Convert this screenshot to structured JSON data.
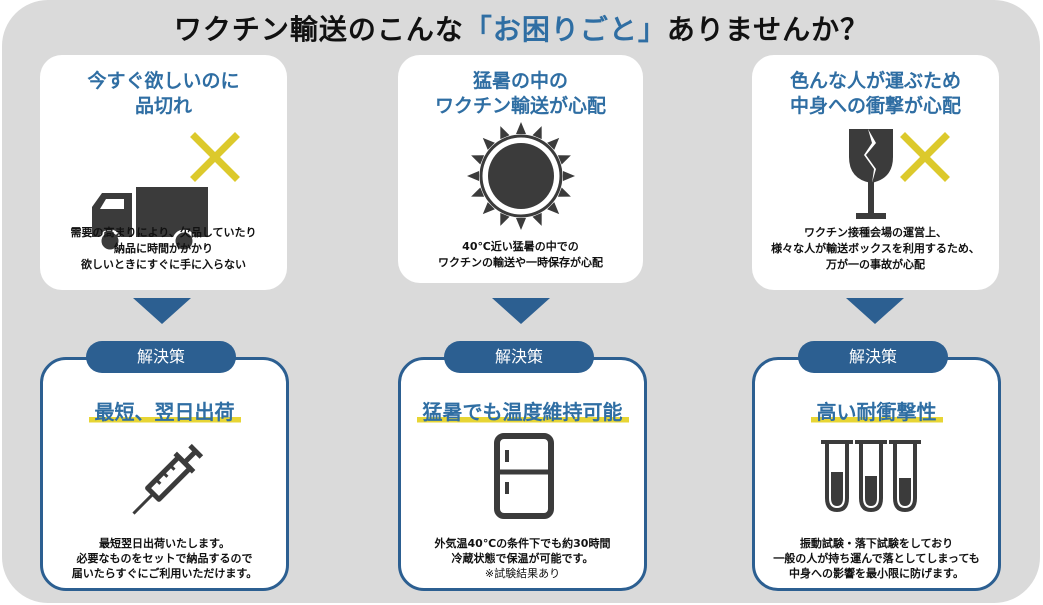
{
  "headline": {
    "prefix": "ワクチン輸送のこんな",
    "highlight": "「お困りごと」",
    "suffix": "ありませんか？"
  },
  "solution_tab_label": "解決策",
  "problems": [
    {
      "title_lines": [
        "今すぐ欲しいのに",
        "品切れ"
      ],
      "icon": "truck-icon",
      "desc_lines": [
        "需要の高まりにより、欠品していたり",
        "納品に時間がかかり",
        "欲しいときにすぐに手に入らない"
      ]
    },
    {
      "title_lines": [
        "猛暑の中の",
        "ワクチン輸送が心配"
      ],
      "icon": "sun-icon",
      "desc_lines": [
        "40℃近い猛暑の中での",
        "ワクチンの輸送や一時保存が心配"
      ]
    },
    {
      "title_lines": [
        "色んな人が運ぶため",
        "中身への衝撃が心配"
      ],
      "icon": "broken-glass-icon",
      "desc_lines": [
        "ワクチン接種会場の運営上、",
        "様々な人が輸送ボックスを利用するため、",
        "万が一の事故が心配"
      ]
    }
  ],
  "solutions": [
    {
      "heading": "最短、翌日出荷",
      "icon": "syringe-icon",
      "desc_lines": [
        "最短翌日出荷いたします。",
        "必要なものをセットで納品するので",
        "届いたらすぐにご利用いただけます。"
      ]
    },
    {
      "heading": "猛暑でも温度維持可能",
      "icon": "refrigerator-icon",
      "desc_lines": [
        "外気温40℃の条件下でも約30時間",
        "冷蔵状態で保温が可能です。",
        "※試験結果あり"
      ]
    },
    {
      "heading": "高い耐衝撃性",
      "icon": "test-tubes-icon",
      "desc_lines": [
        "振動試験・落下試験をしており",
        "一般の人が持ち運んで落としてしまっても",
        "中身への影響を最小限に防げます。"
      ]
    }
  ],
  "colors": {
    "accent_blue": "#2f6ea3",
    "navy": "#2c5f91",
    "cross_yellow": "#dcc92c",
    "icon_gray": "#3b3b3b",
    "panel_gray": "#dadada"
  }
}
